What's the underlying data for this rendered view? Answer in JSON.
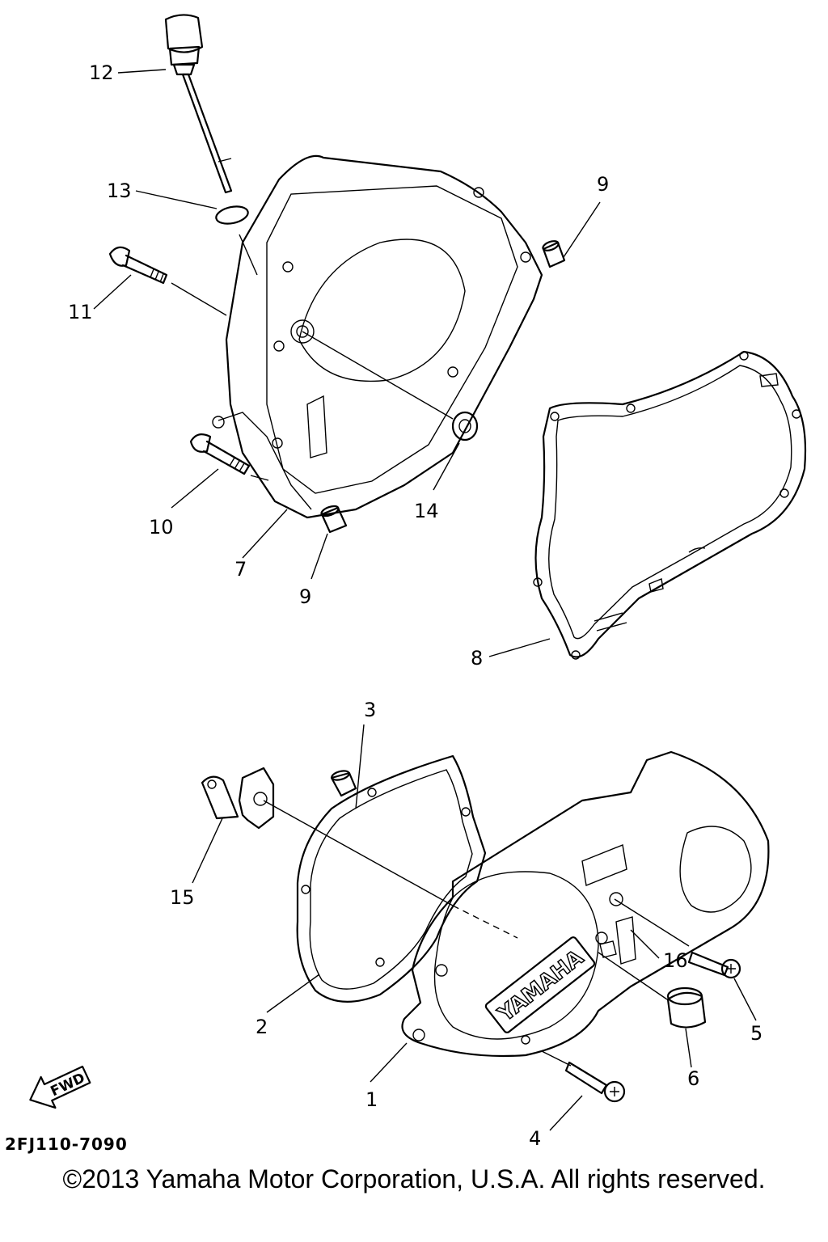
{
  "diagram": {
    "callouts": [
      "1",
      "2",
      "3",
      "4",
      "5",
      "6",
      "7",
      "8",
      "9",
      "9",
      "10",
      "11",
      "12",
      "13",
      "14",
      "15",
      "16"
    ],
    "part_code": "2FJ110-7090",
    "fwd_label": "FWD",
    "logo_text": "YAMAHA",
    "icons": [
      "fwd-arrow-icon"
    ]
  },
  "footer": {
    "copyright": "©2013 Yamaha Motor Corporation, U.S.A. All rights reserved."
  }
}
